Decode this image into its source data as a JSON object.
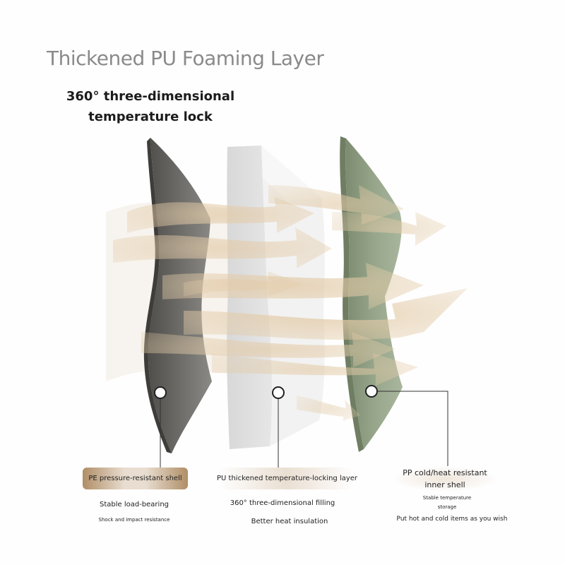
{
  "heading": {
    "title": "Thickened PU Foaming Layer",
    "subtitle": "360° three-dimensional temperature lock"
  },
  "layers": [
    {
      "name": "PE pressure-resistant shell",
      "color": "#6b6a66",
      "details": [
        "Stable load-bearing",
        "Shock and impact resistance"
      ]
    },
    {
      "name": "PU thickened temperature-locking layer",
      "color": "#e7e7e7",
      "details": [
        "360° three-dimensional filling",
        "Better heat insulation"
      ]
    },
    {
      "name": "PP cold/heat resistant inner shell",
      "color": "#93a287",
      "details": [
        "Stable temperature",
        "storage",
        "Put hot and cold items as you wish"
      ]
    }
  ],
  "arrow_color": "#e3cba8"
}
